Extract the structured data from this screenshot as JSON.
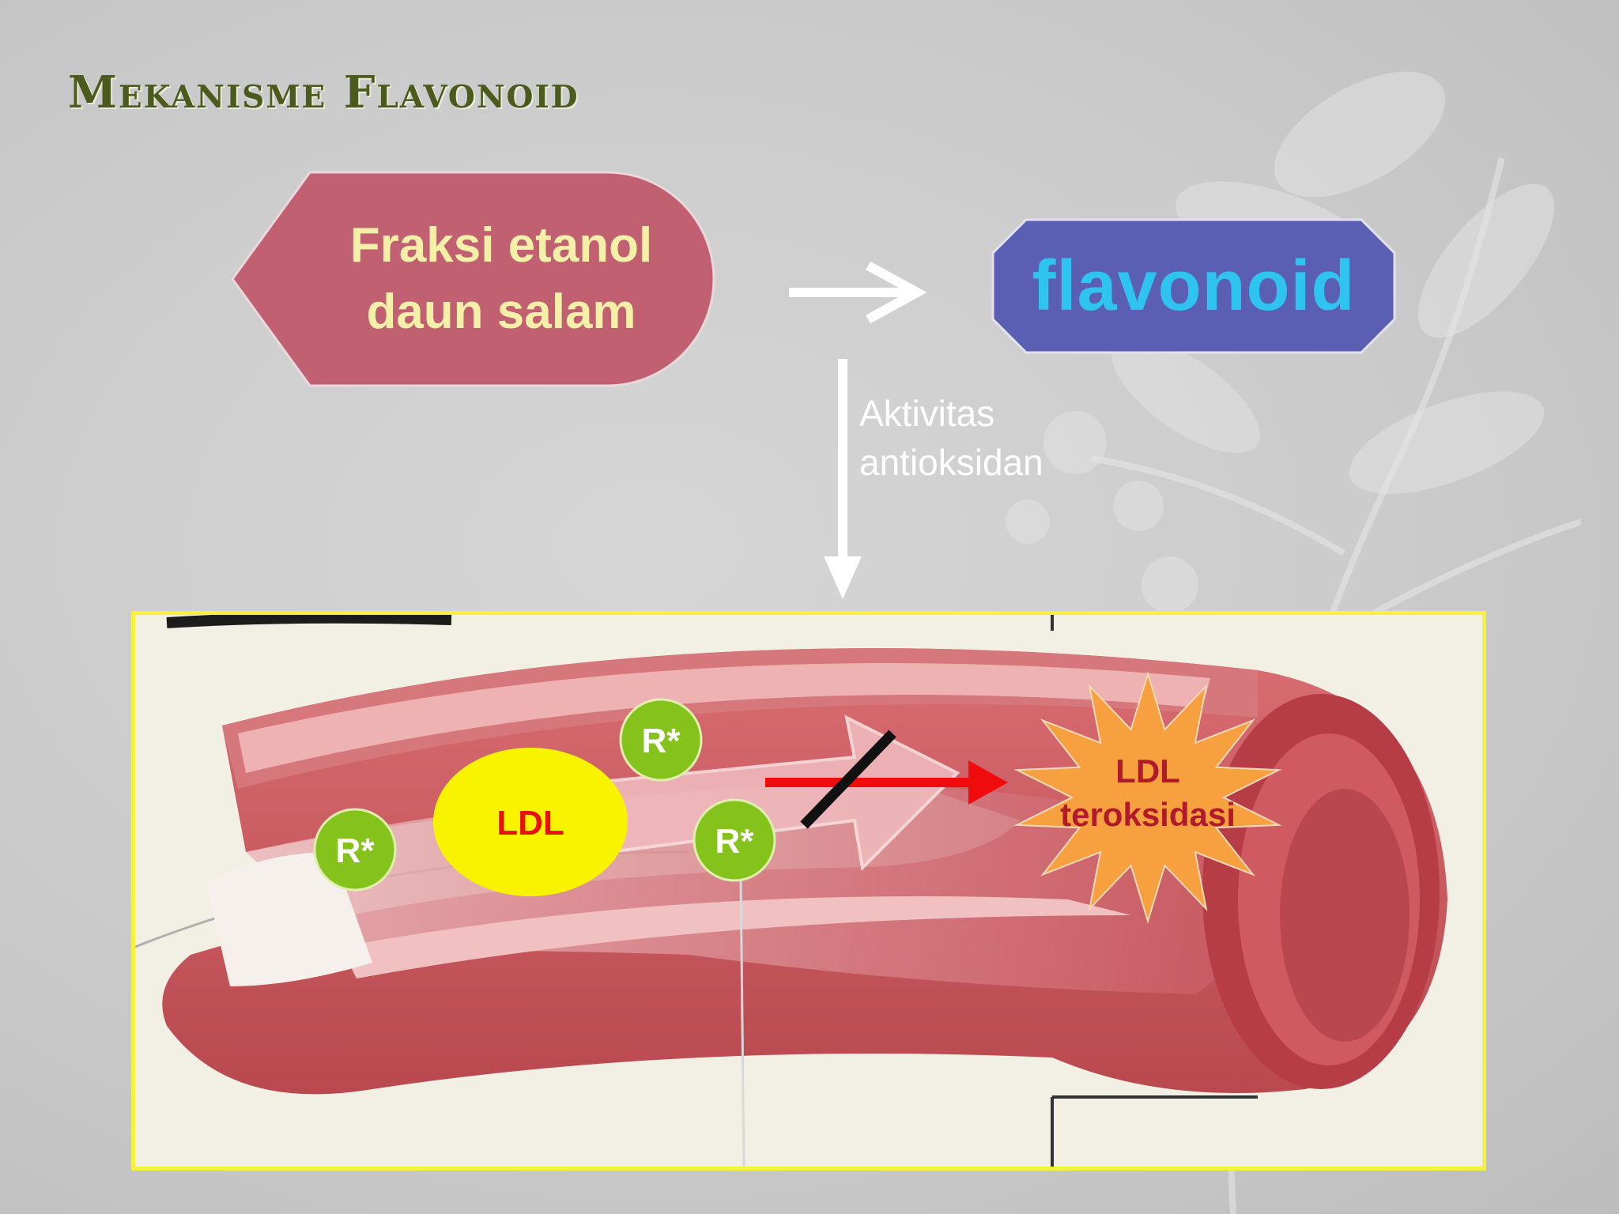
{
  "slide": {
    "title": "Mekanisme Flavonoid",
    "source_label_line1": "Fraksi etanol",
    "source_label_line2": "daun salam",
    "target_label": "flavonoid",
    "vertical_arrow_label_line1": "Aktivitas",
    "vertical_arrow_label_line2": "antioksidan"
  },
  "vessel": {
    "radical_label": "R*",
    "ldl_label": "LDL",
    "oxidized_line1": "LDL",
    "oxidized_line2": "teroksidasi"
  },
  "colors": {
    "title": "#4c5a1e",
    "source_fill": "#c16070",
    "source_text": "#f4f0a8",
    "target_fill": "#5a5fb3",
    "target_text": "#2fc3f0",
    "radical_fill": "#86c21c",
    "ldl_fill": "#f8f400",
    "ldl_text": "#e8120c",
    "oxidized_fill": "#f7a040",
    "oxidized_text": "#b11a28",
    "blocked_arrow": "#f00c0c",
    "panel_border": "#f6f23c"
  }
}
